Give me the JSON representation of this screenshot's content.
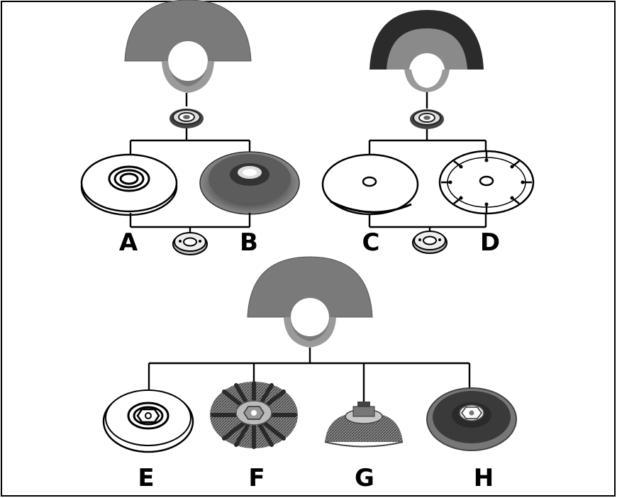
{
  "diagram": {
    "groups": [
      {
        "id": "top-left",
        "labels": [
          "A",
          "B"
        ]
      },
      {
        "id": "top-right",
        "labels": [
          "C",
          "D"
        ]
      },
      {
        "id": "bottom",
        "labels": [
          "E",
          "F",
          "G",
          "H"
        ]
      }
    ],
    "labels": {
      "A": "A",
      "B": "B",
      "C": "C",
      "D": "D",
      "E": "E",
      "F": "F",
      "G": "G",
      "H": "H"
    }
  },
  "colors": {
    "guard_gray": "#7a7a7a",
    "guard_dark": "#2a2a2a",
    "line": "#000000",
    "border": "#000000"
  },
  "icons": [
    "wheel-guard-icon",
    "wheel-guard-cutting-icon",
    "flange-nut-icon",
    "grinding-disc-icon",
    "flap-disc-icon",
    "cutting-disc-icon",
    "diamond-blade-icon",
    "wire-wheel-brush-icon",
    "wire-cup-brush-icon",
    "backing-pad-icon"
  ]
}
